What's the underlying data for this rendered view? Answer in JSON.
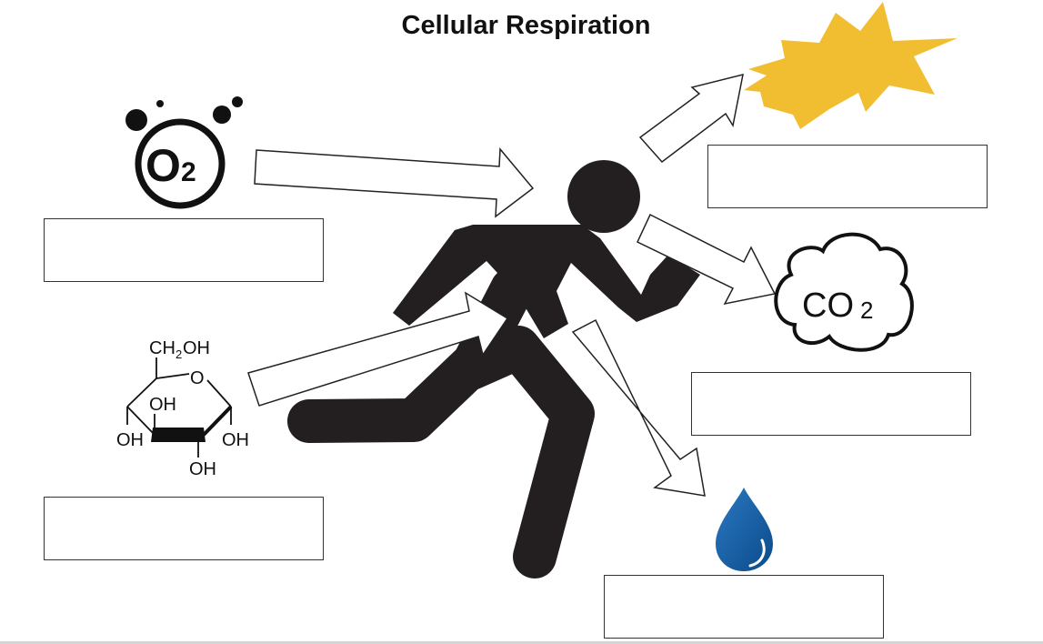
{
  "title": "Cellular Respiration",
  "o2_label": {
    "main": "O",
    "sub": "2"
  },
  "co2_label": {
    "main": "CO",
    "sub": "2"
  },
  "glucose": {
    "ch2oh": {
      "main": "CH",
      "sub": "2",
      "tail": "OH"
    },
    "ring_o": "O",
    "oh_inner": "OH",
    "oh_left": "OH",
    "oh_right": "OH",
    "oh_bottom": "OH"
  },
  "colors": {
    "figure": "#231f20",
    "sun": "#f2be31",
    "water_dark": "#0c4b8a",
    "water_light": "#2a78c2",
    "arrow_fill": "#ffffff",
    "arrow_stroke": "#222222"
  },
  "icons": [
    "runner-icon",
    "sun-icon",
    "cloud-icon",
    "water-drop-icon",
    "oxygen-icon",
    "glucose-structure"
  ],
  "answer_boxes": [
    "",
    "",
    "",
    "",
    ""
  ]
}
